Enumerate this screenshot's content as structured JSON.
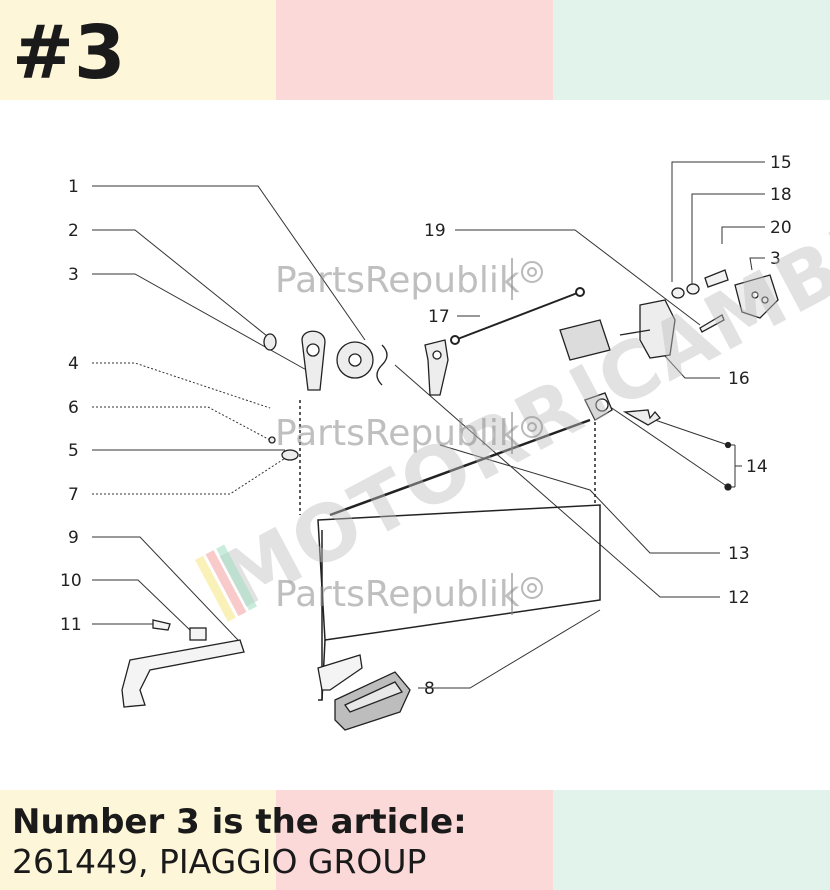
{
  "badge": "#3",
  "caption": {
    "line1": "Number 3 is the article:",
    "line2": "261449, PIAGGIO GROUP"
  },
  "colors": {
    "yellow": "#fdf6d8",
    "pink": "#fcd9d9",
    "mint": "#e2f3ec",
    "ink": "#1a1a1a"
  },
  "watermark": {
    "text": "PartsRepublik",
    "logo": "MOTORRICAMBI"
  },
  "labels": {
    "l1": "1",
    "l2": "2",
    "l3": "3",
    "l4": "4",
    "l5": "5",
    "l6": "6",
    "l7": "7",
    "l8": "8",
    "l9": "9",
    "l10": "10",
    "l11": "11",
    "l12": "12",
    "l13": "13",
    "l14": "14",
    "l15": "15",
    "l16": "16",
    "l17": "17",
    "l18": "18",
    "l19": "19",
    "l20": "20",
    "l3b": "3"
  }
}
